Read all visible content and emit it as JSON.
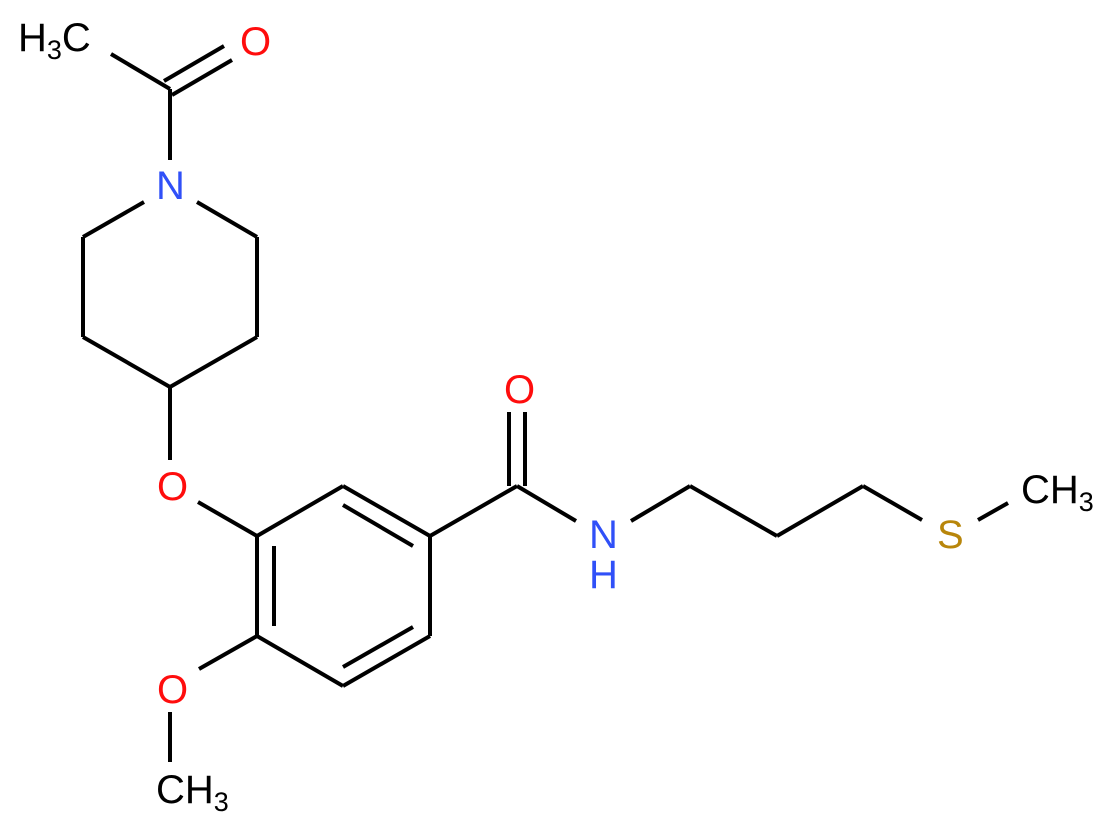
{
  "molecule": {
    "description": "3-(1-acetylpiperidin-4-yl)oxy-4-methoxy-N-(3-methylsulfanylpropyl)benzamide",
    "colors": {
      "oxygen": "#ff0d0d",
      "nitrogen": "#3050f8",
      "sulfur": "#b8860b",
      "carbon": "#000000"
    },
    "atoms": {
      "acetyl_ch3": {
        "main": "H",
        "sub": "3",
        "tail": "C"
      },
      "acetyl_o": "O",
      "piperidine_n": "N",
      "ether_o": "O",
      "amide_o": "O",
      "amide_n": "N",
      "amide_h": "H",
      "sulfur": "S",
      "s_methyl": {
        "main": "CH",
        "sub": "3"
      },
      "methoxy_o": "O",
      "methoxy_ch3": {
        "main": "CH",
        "sub": "3"
      }
    }
  }
}
